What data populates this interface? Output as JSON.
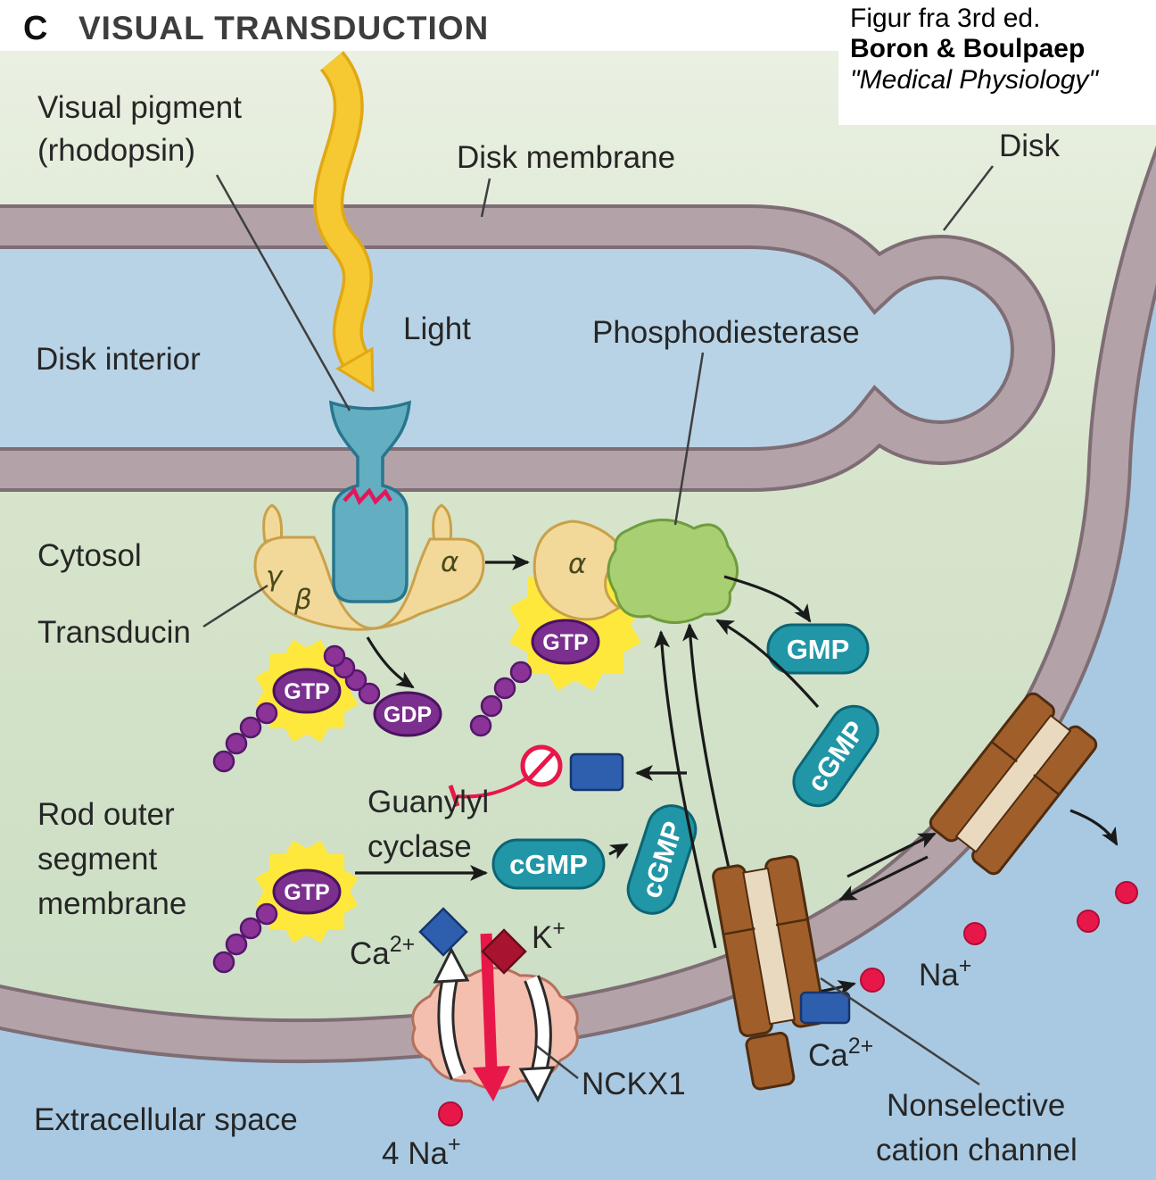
{
  "figure": {
    "panel_letter": "C",
    "title": "VISUAL TRANSDUCTION"
  },
  "attribution": {
    "line1": "Figur fra 3rd ed.",
    "line2": "Boron & Boulpaep",
    "line3": "\"Medical Physiology\""
  },
  "labels": {
    "visual_pigment_line1": "Visual pigment",
    "visual_pigment_line2": "(rhodopsin)",
    "disk_membrane": "Disk membrane",
    "disk": "Disk",
    "light": "Light",
    "disk_interior": "Disk interior",
    "phosphodiesterase": "Phosphodiesterase",
    "cytosol": "Cytosol",
    "transducin": "Transducin",
    "guanylyl_cyclase_line1": "Guanylyl",
    "guanylyl_cyclase_line2": "cyclase",
    "rod_outer_line1": "Rod outer",
    "rod_outer_line2": "segment",
    "rod_outer_line3": "membrane",
    "nckx1": "NCKX1",
    "extracellular_space": "Extracellular space",
    "nonselective_line1": "Nonselective",
    "nonselective_line2": "cation channel"
  },
  "molecules": {
    "gtp": "GTP",
    "gdp": "GDP",
    "gmp": "GMP",
    "cgmp": "cGMP"
  },
  "subunits": {
    "alpha": "α",
    "beta": "β",
    "gamma": "γ"
  },
  "ions": {
    "ca": {
      "base": "Ca",
      "sup": "2+"
    },
    "k": {
      "base": "K",
      "sup": "+"
    },
    "na": {
      "base": "Na",
      "sup": "+"
    },
    "na4": {
      "base": "4 Na",
      "sup": "+"
    }
  },
  "colors": {
    "membrane": "#b3a3a9",
    "membrane_edge": "#7e6d74",
    "cytosol_green": "#d2e2c8",
    "disk_interior_blue": "#b9d3e6",
    "extracellular_blue": "#a9c9e2",
    "light_arrow_yellow": "#f6c832",
    "rhodopsin_teal": "#64aec2",
    "transducin_tan": "#f2d999",
    "pde_green": "#a8cf72",
    "g_protein_purple": "#7b2f8e",
    "nucleotide_teal": "#2196a6",
    "channel_brown": "#a05f2a",
    "nckx_pink": "#f4bfae",
    "ion_red": "#e8174a",
    "ca_marker_blue": "#2e5fae",
    "k_marker_dark_red": "#a8142f",
    "burst_yellow": "#ffe83c"
  }
}
